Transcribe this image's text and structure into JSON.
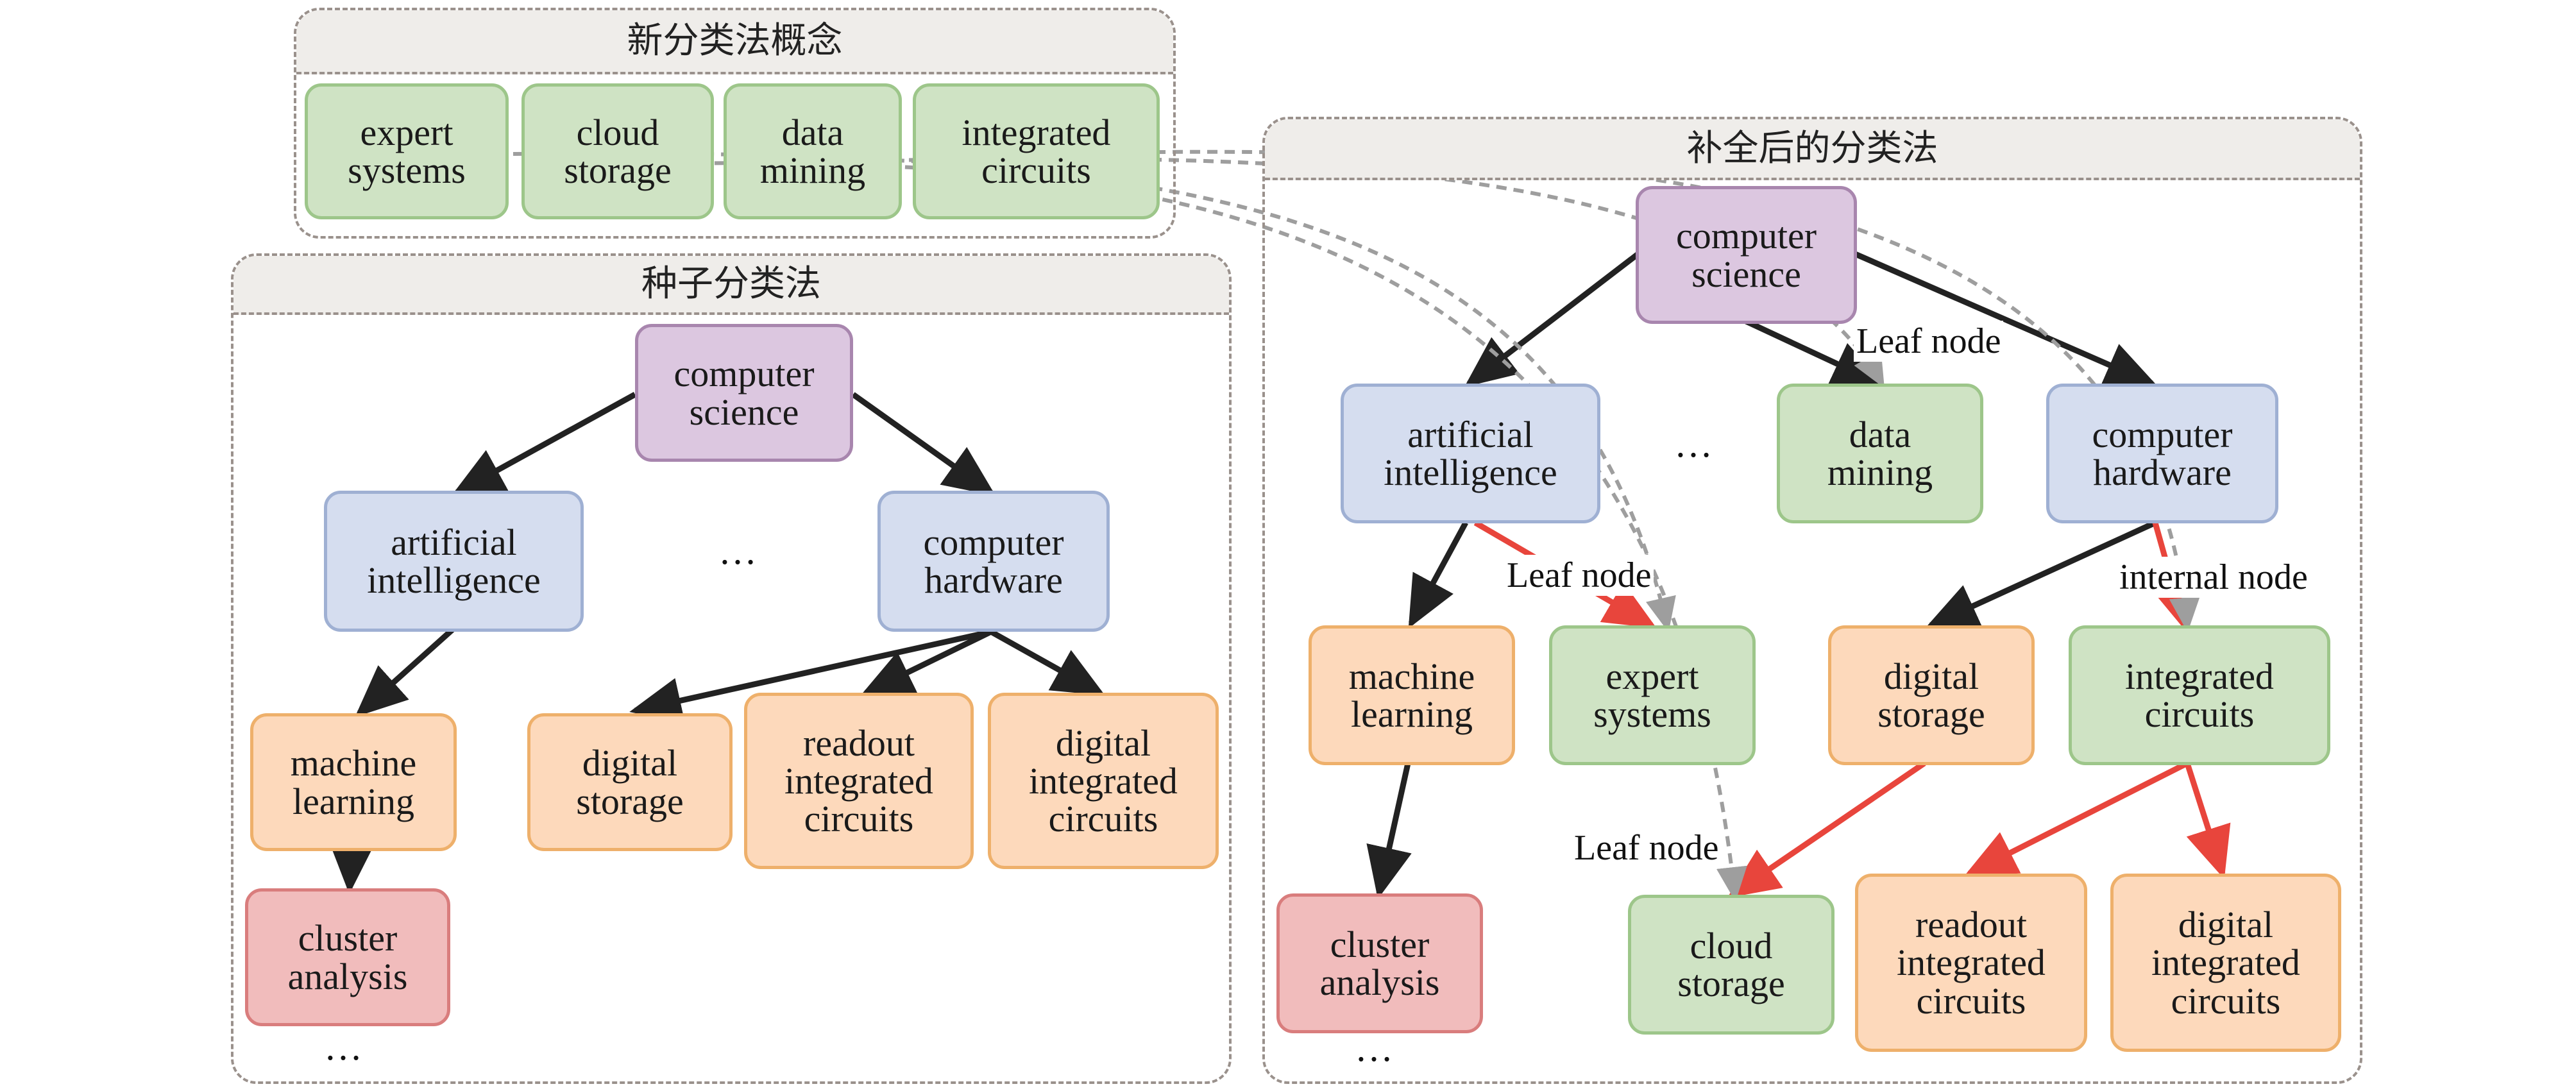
{
  "new_concepts": {
    "title": "新分类法概念",
    "nodes": [
      "expert\nsystems",
      "cloud\nstorage",
      "data\nmining",
      "integrated\ncircuits"
    ]
  },
  "seed_taxonomy": {
    "title": "种子分类法",
    "root": "computer\nscience",
    "ai": "artificial\nintelligence",
    "hardware": "computer\nhardware",
    "ml": "machine\nlearning",
    "cluster": "cluster\nanalysis",
    "digital_storage": "digital\nstorage",
    "readout_ic": "readout\nintegrated\ncircuits",
    "digital_ic": "digital\nintegrated\ncircuits",
    "ellipsis_mid": "…",
    "ellipsis_bottom": "…"
  },
  "completed_taxonomy": {
    "title": "补全后的分类法",
    "root": "computer\nscience",
    "ai": "artificial\nintelligence",
    "data_mining": "data\nmining",
    "hardware": "computer\nhardware",
    "ml": "machine\nlearning",
    "expert": "expert\nsystems",
    "digital_storage": "digital\nstorage",
    "ic": "integrated\ncircuits",
    "cluster": "cluster\nanalysis",
    "cloud": "cloud\nstorage",
    "readout_ic": "readout\nintegrated\ncircuits",
    "digital_ic": "digital\nintegrated\ncircuits",
    "ellipsis_mid": "…",
    "ellipsis_bottom": "…",
    "leaf_node_1": "Leaf node",
    "leaf_node_2": "Leaf node",
    "leaf_node_3": "Leaf node",
    "internal_node": "internal node"
  },
  "colors": {
    "arrow_black": "#222222",
    "arrow_red": "#e8453c",
    "dashed_grey": "#9e9e9e"
  }
}
